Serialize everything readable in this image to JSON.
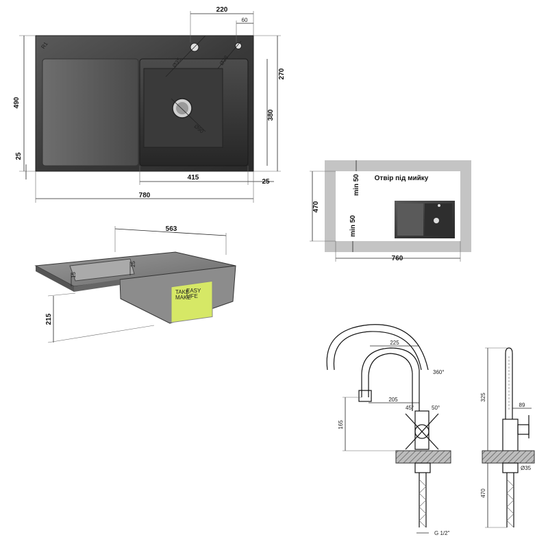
{
  "sink_top": {
    "dims": {
      "top_220": "220",
      "top_60": "60",
      "r1": "R1",
      "d35": "Ø35",
      "d28": "Ø28",
      "d90": "Ø90",
      "left_490": "490",
      "left_25": "25",
      "right_270": "270",
      "right_380": "380",
      "bottom_415": "415",
      "bottom_25": "25",
      "bottom_780": "780"
    }
  },
  "cutout": {
    "label": "Отвір під мийку",
    "dims": {
      "min50_top": "min 50",
      "min50_bottom": "min 50",
      "left_470": "470",
      "bottom_760": "760"
    }
  },
  "sink_side": {
    "dims": {
      "top_563": "563",
      "d25": "25",
      "d15": "15",
      "left_215": "215"
    },
    "sticker_lines": [
      "TAKE",
      "EASY",
      "MAKE",
      "LIFE"
    ]
  },
  "faucet": {
    "dims": {
      "d225": "225",
      "d360": "360°",
      "d205": "205",
      "d45": "45°",
      "d50": "50°",
      "d165": "165",
      "d325": "325",
      "d89": "89",
      "d35": "Ø35",
      "d470": "470",
      "g12": "G 1/2\""
    }
  }
}
